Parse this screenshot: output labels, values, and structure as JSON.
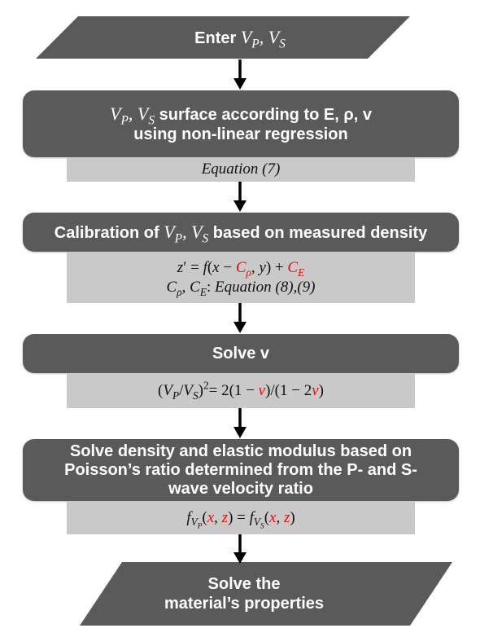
{
  "start": {
    "label": "Enter",
    "vars": "V_P, V_S"
  },
  "step1": {
    "line1_suffix": "surface according to E, ρ, v",
    "line2": "using non-linear regression",
    "equation": "Equation (7)"
  },
  "step2": {
    "title_prefix": "Calibration of",
    "title_suffix": "based on measured density",
    "equation_line1": "z′ = f(x − C_ρ, y) + C_E",
    "equation_line2_prefix": "C_ρ, C_E:",
    "equation_line2_ref": "Equation (8),(9)"
  },
  "step3": {
    "title": "Solve v",
    "equation": "(V_P/V_S)² = 2(1 − v)/(1 − 2v)"
  },
  "step4": {
    "line1": "Solve density and elastic modulus based on",
    "line2": "Poisson’s ratio determined from the P- and S-",
    "line3": "wave velocity ratio",
    "equation": "f_VP(x, z) = f_VS(x, z)"
  },
  "end": {
    "line1": "Solve the",
    "line2": "material’s properties"
  },
  "colors": {
    "box": "#5a5a5a",
    "equation_box": "#c9c9c9",
    "highlight": "#e01010",
    "arrow": "#000000"
  }
}
